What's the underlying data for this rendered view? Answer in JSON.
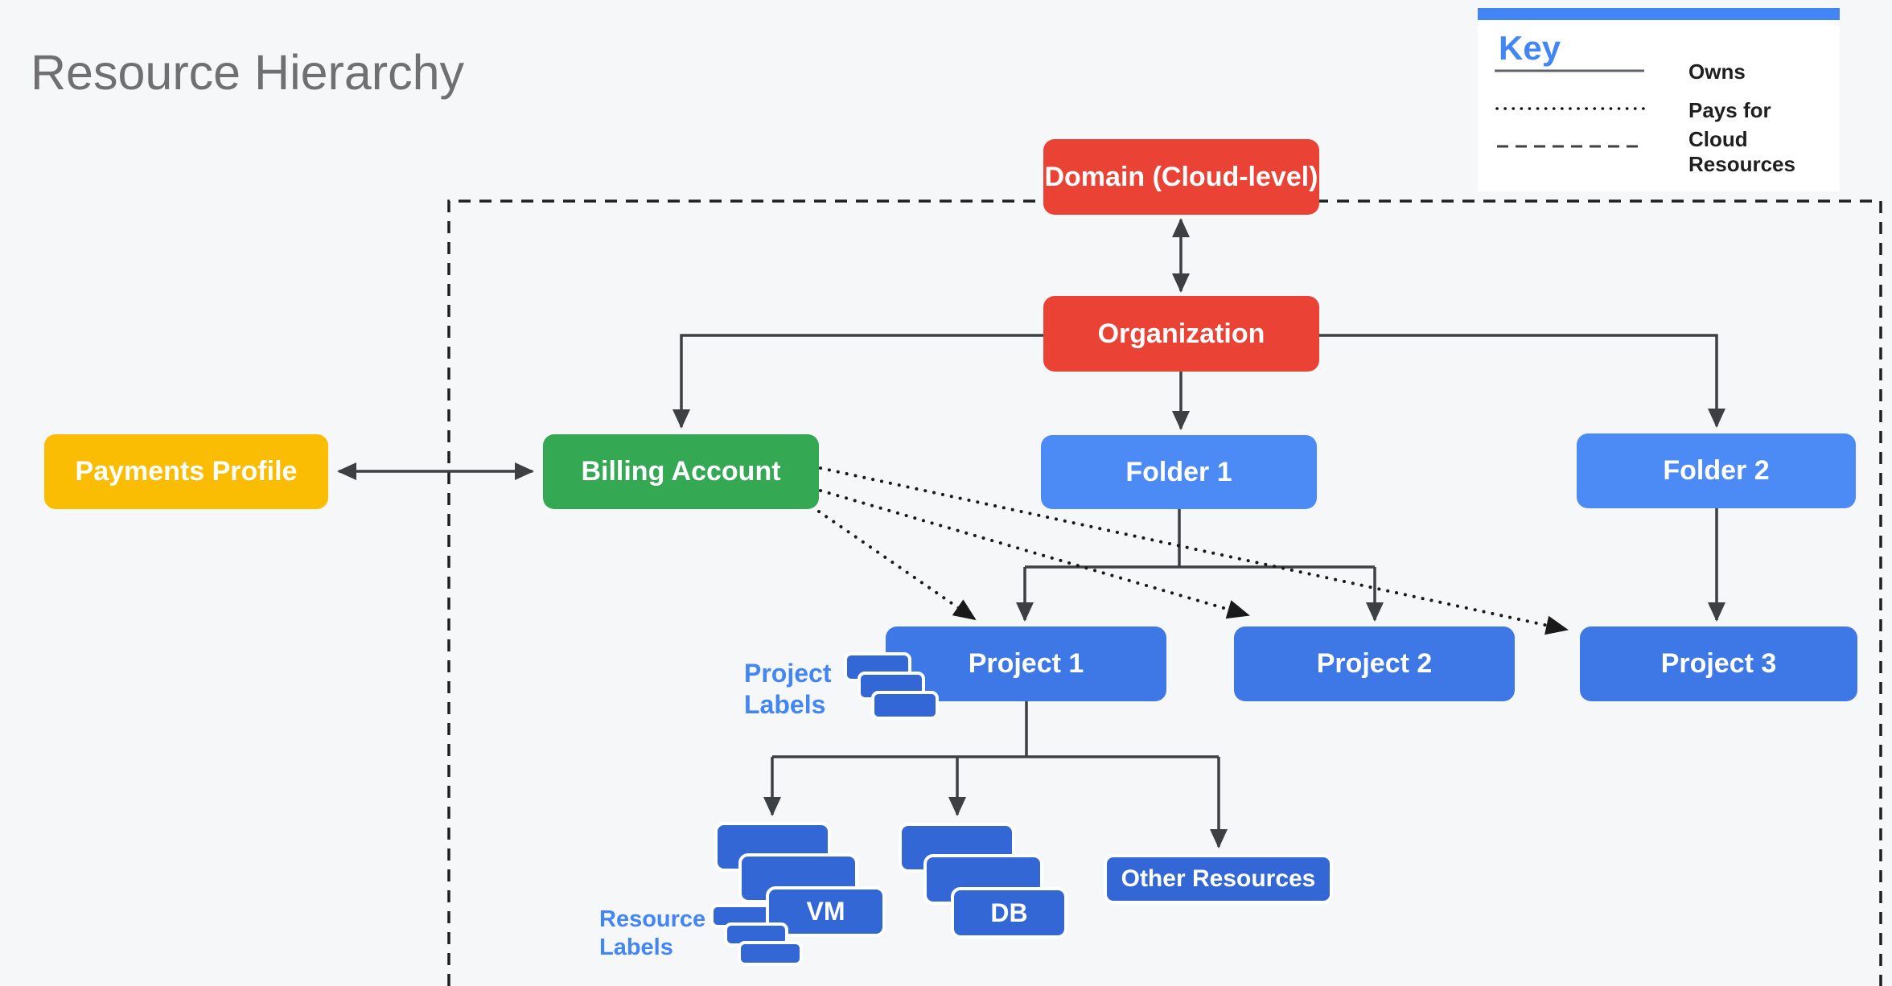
{
  "title": "Resource Hierarchy",
  "legend": {
    "title": "Key",
    "items": [
      {
        "style": "solid",
        "label": "Owns"
      },
      {
        "style": "dotted",
        "label": "Pays for"
      },
      {
        "style": "dashed",
        "label": "Cloud Resources"
      }
    ]
  },
  "nodes": {
    "domain": {
      "label": "Domain (Cloud-level)",
      "color": "#EA4335"
    },
    "organization": {
      "label": "Organization",
      "color": "#EA4335"
    },
    "payments_profile": {
      "label": "Payments Profile",
      "color": "#FBBC04"
    },
    "billing_account": {
      "label": "Billing Account",
      "color": "#34A853"
    },
    "folder1": {
      "label": "Folder 1",
      "color": "#4C8AF5"
    },
    "folder2": {
      "label": "Folder 2",
      "color": "#4C8AF5"
    },
    "project1": {
      "label": "Project 1",
      "color": "#3E78E6"
    },
    "project2": {
      "label": "Project 2",
      "color": "#3E78E6"
    },
    "project3": {
      "label": "Project 3",
      "color": "#3E78E6"
    },
    "vm": {
      "label": "VM",
      "color": "#3367D6"
    },
    "db": {
      "label": "DB",
      "color": "#3367D6"
    },
    "other_resources": {
      "label": "Other Resources",
      "color": "#3367D6"
    }
  },
  "annotations": {
    "project_labels": "Project Labels",
    "resource_labels": "Resource Labels"
  },
  "colors": {
    "background": "#F6F7F9",
    "red": "#EA4335",
    "green": "#34A853",
    "yellow": "#FBBC04",
    "folder_blue": "#4C8AF5",
    "project_blue": "#3E78E6",
    "resource_blue": "#3367D6",
    "accent_blue": "#4285F4",
    "line_gray": "#3C4043",
    "ink": "#1F1F1F",
    "title_gray": "#707070"
  }
}
